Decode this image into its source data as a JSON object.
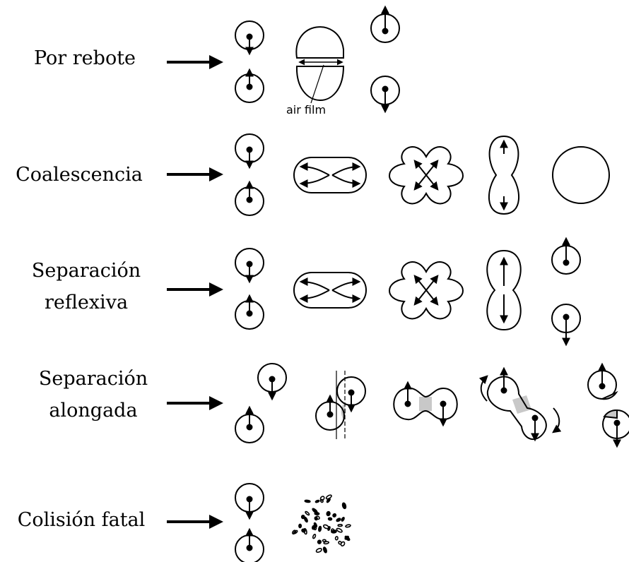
{
  "rows": [
    {
      "id": "bounce",
      "label_lines": [
        "Por rebote"
      ],
      "annotation": "air film"
    },
    {
      "id": "coalescence",
      "label_lines": [
        "Coalescencia"
      ]
    },
    {
      "id": "reflexive",
      "label_lines": [
        "Separación",
        "reflexiva"
      ]
    },
    {
      "id": "stretching",
      "label_lines": [
        "Separación",
        "alongada"
      ]
    },
    {
      "id": "shattering",
      "label_lines": [
        "Colisión fatal"
      ]
    }
  ],
  "colors": {
    "ink": "#000000",
    "shade": "#c8c8c8"
  }
}
